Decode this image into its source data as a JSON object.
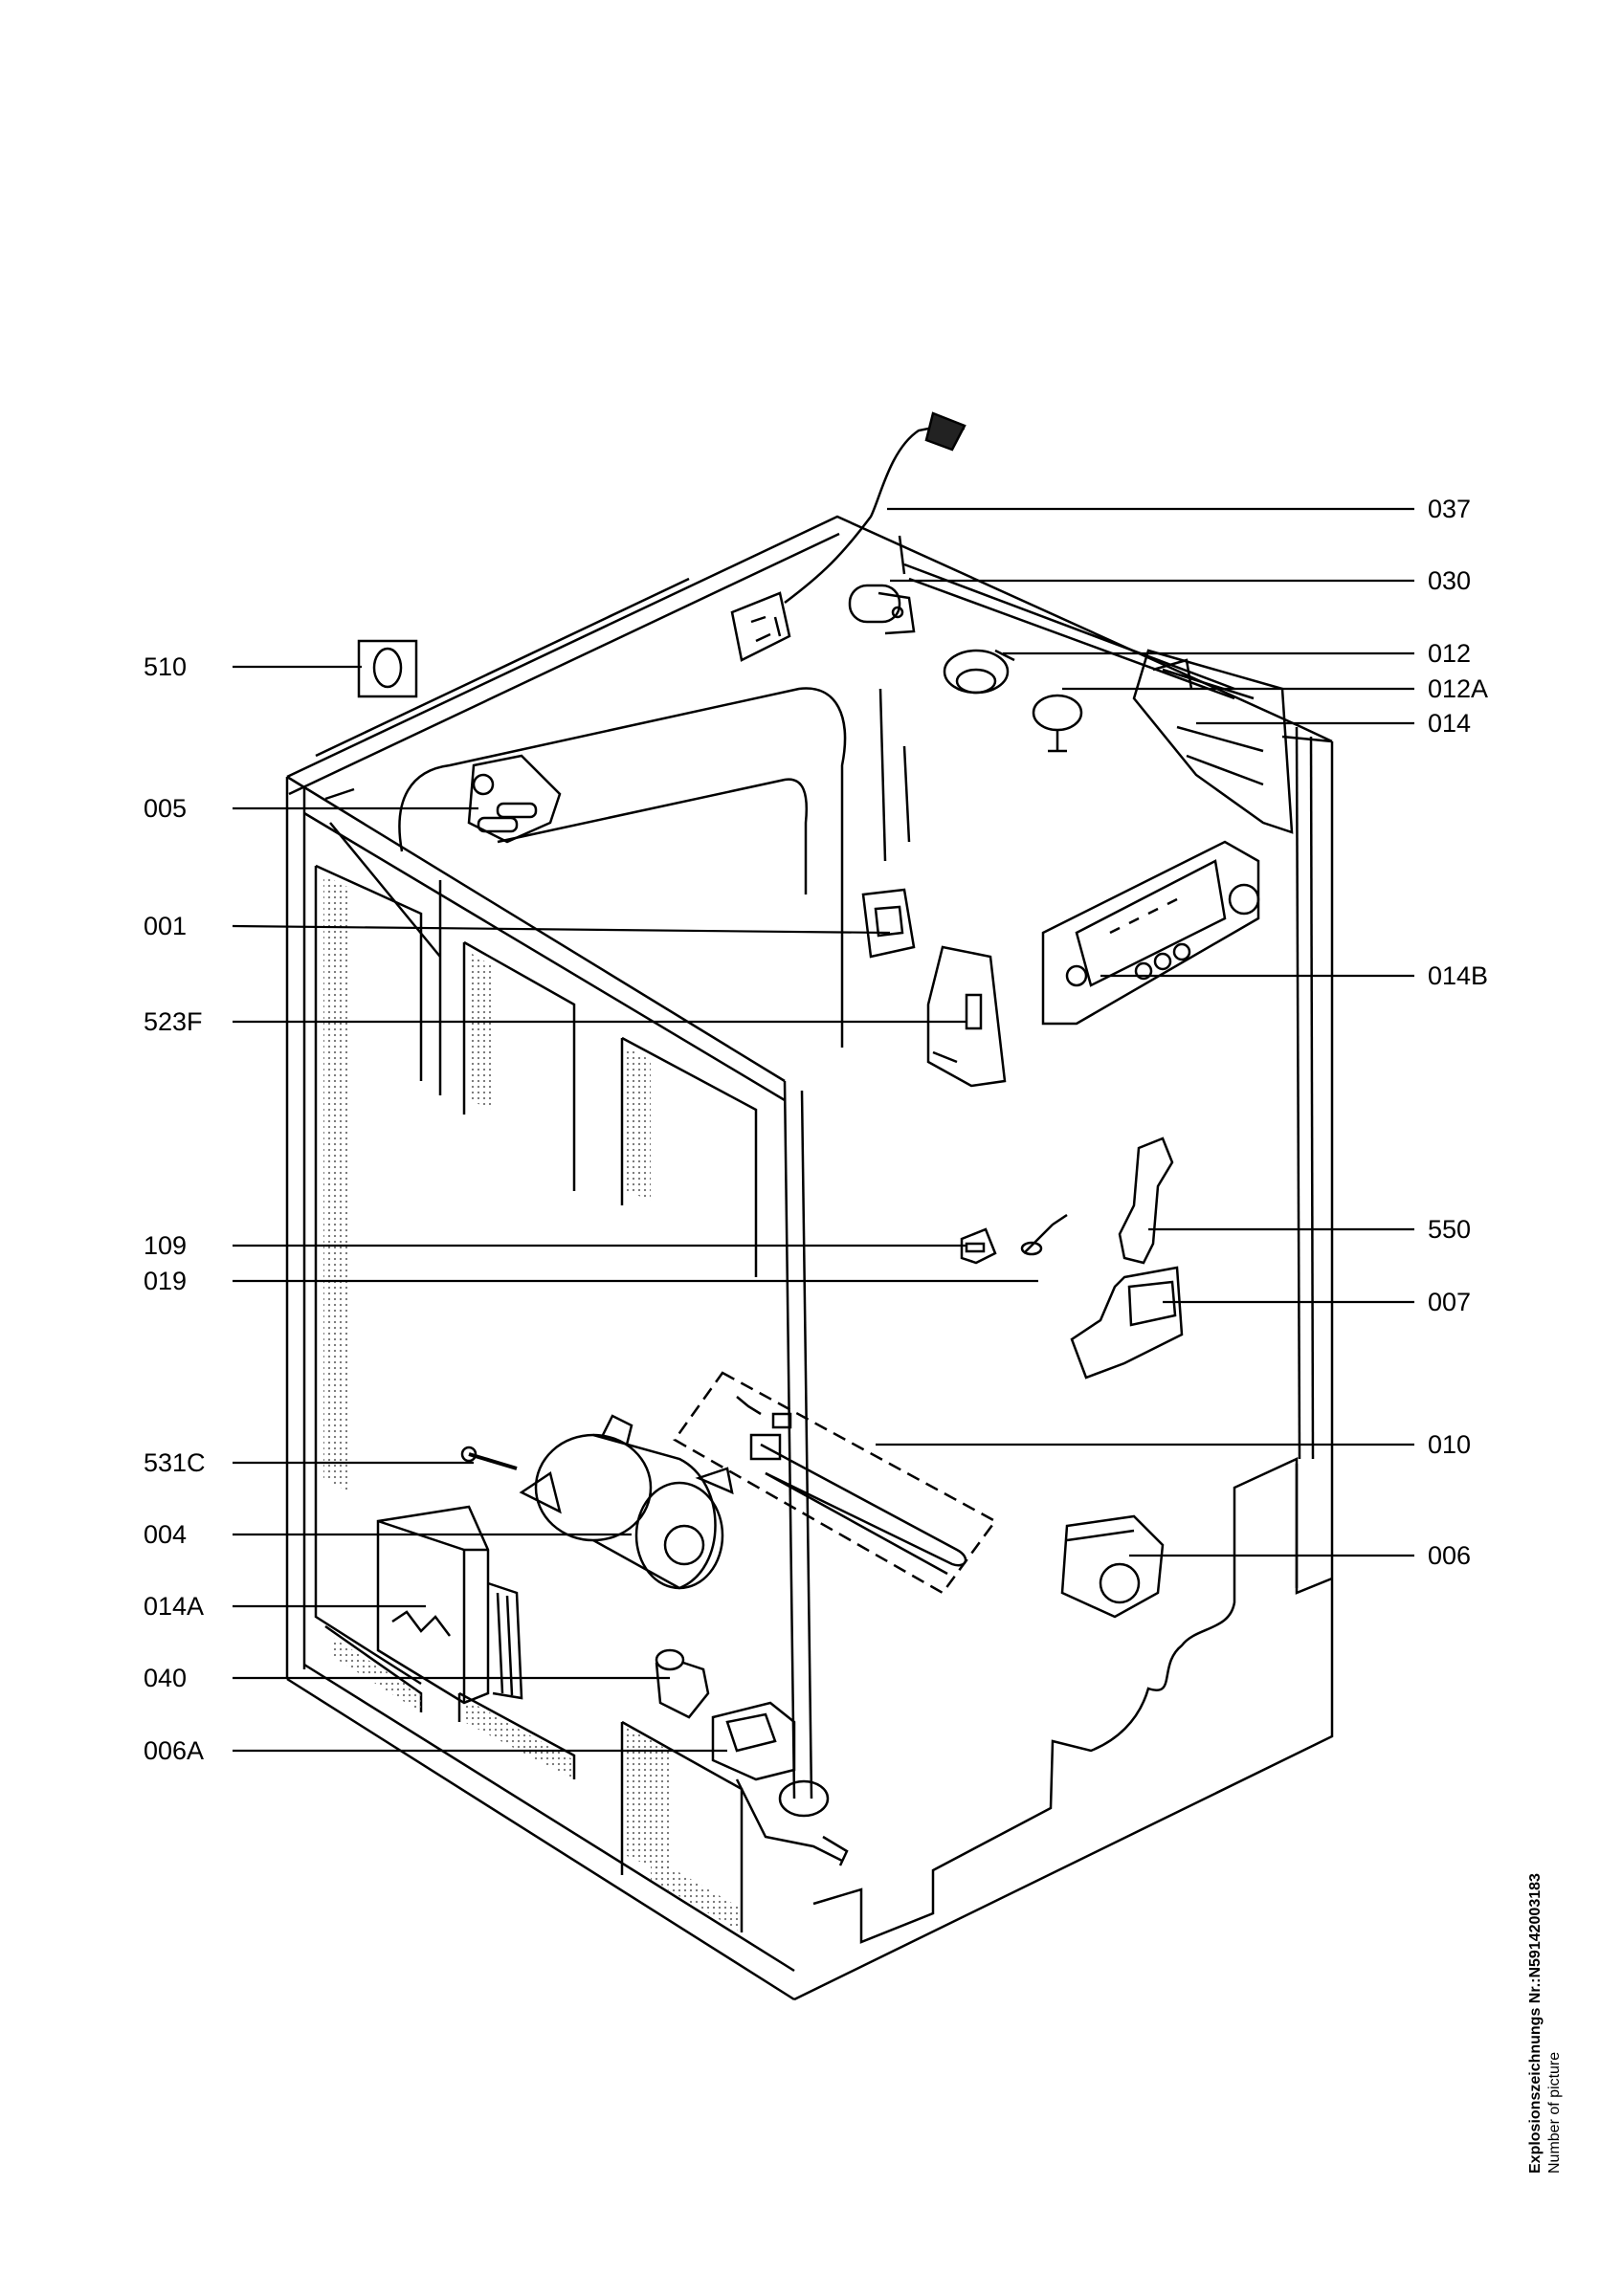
{
  "labels": {
    "p037": "037",
    "p030": "030",
    "p012": "012",
    "p012A": "012A",
    "p014": "014",
    "p510": "510",
    "p005": "005",
    "p001": "001",
    "p014B": "014B",
    "p523F": "523F",
    "p550": "550",
    "p109": "109",
    "p019": "019",
    "p007": "007",
    "p010": "010",
    "p531C": "531C",
    "p004": "004",
    "p006": "006",
    "p014A": "014A",
    "p040": "040",
    "p006A": "006A"
  },
  "caption": {
    "line1": "Explosionszeichnungs Nr.:N59142003183",
    "line2": "Number of picture"
  }
}
